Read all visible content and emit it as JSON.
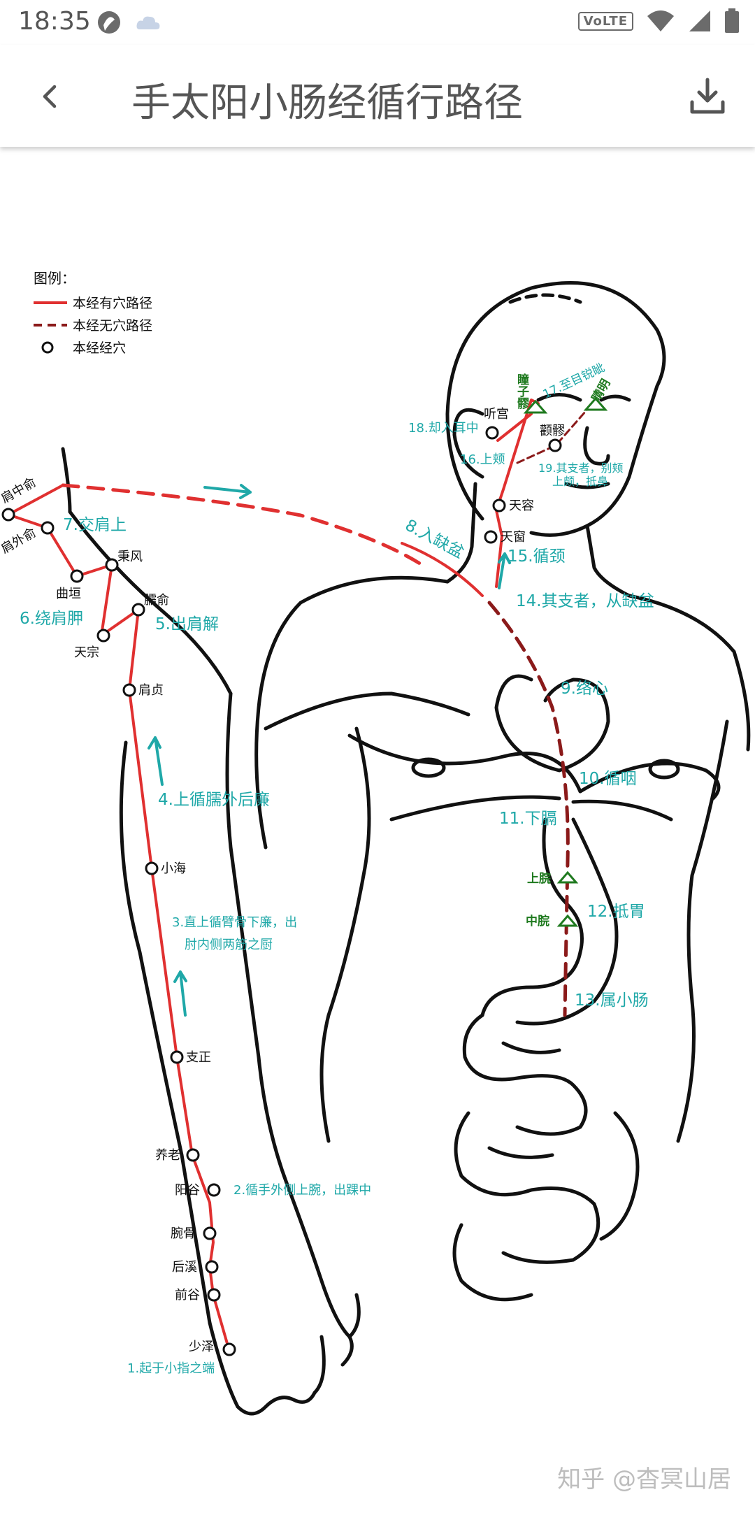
{
  "status": {
    "time": "18:35",
    "volte": "VoLTE"
  },
  "appbar": {
    "title": "手太阳小肠经循行路径"
  },
  "legend": {
    "title": "图例：",
    "solid": "本经有穴路径",
    "dashed": "本经无穴路径",
    "point": "本经经穴"
  },
  "points": {
    "jianzhongshu": "肩中俞",
    "jianwaishu": "肩外俞",
    "bingfeng": "秉风",
    "quyuan": "曲垣",
    "tianzong": "天宗",
    "naoshu": "臑俞",
    "jianzhen": "肩贞",
    "xiaohai": "小海",
    "zhizheng": "支正",
    "yanglao": "养老",
    "yanggu": "阳谷",
    "wangu": "腕骨",
    "houxi": "后溪",
    "qiangu": "前谷",
    "shaoze": "少泽",
    "tianrong": "天容",
    "tianchuang": "天窗",
    "tinggong": "听宫",
    "quanliao": "颧髎",
    "tongziliao": "瞳子髎",
    "jingming": "睛明",
    "shangwan": "上脘",
    "zhongwan": "中脘"
  },
  "steps": {
    "s1": "1.起于小指之端",
    "s2": "2.循手外侧上腕，出踝中",
    "s3a": "3.直上循臂骨下廉，出",
    "s3b": "肘内侧两筋之厨",
    "s4": "4.上循臑外后廉",
    "s5": "5.出肩解",
    "s6": "6.绕肩胛",
    "s7": "7.交肩上",
    "s8": "8.入缺盆",
    "s9": "9.络心",
    "s10": "10.循咽",
    "s11": "11.下膈",
    "s12": "12.抵胃",
    "s13": "13.属小肠",
    "s14": "14.其支者，从缺盆",
    "s15": "15.循颈",
    "s16": "16.上颊",
    "s17": "17.至目锐眦",
    "s18": "18.却入耳中",
    "s19a": "19.其支者，别颊",
    "s19b": "上颇，抵鼻"
  },
  "watermark": "知乎 @杳冥山居",
  "colors": {
    "meridian": "#e03030",
    "dashed_inner": "#8b1a1a",
    "label": "#1fa8a8",
    "acupoint_green": "#1f7a1f",
    "outline": "#111111"
  }
}
